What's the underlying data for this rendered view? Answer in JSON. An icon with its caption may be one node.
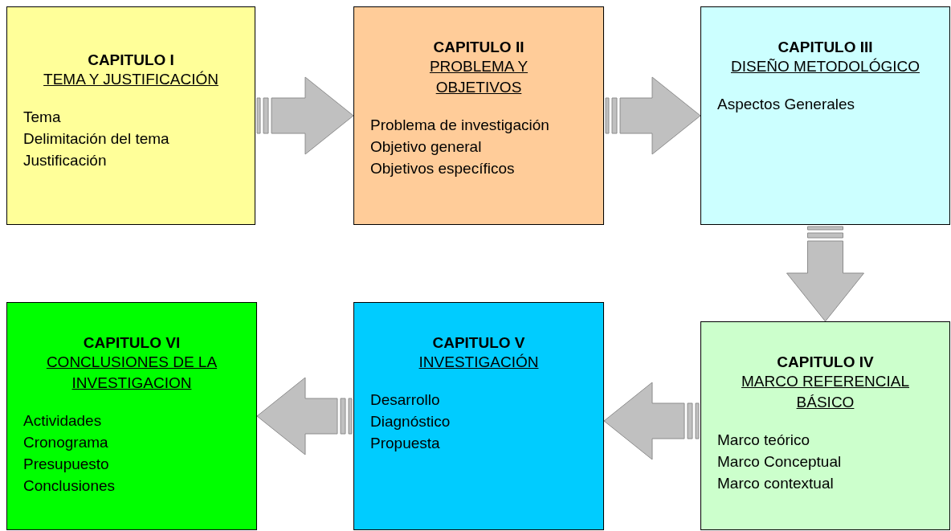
{
  "diagram": {
    "nodes": [
      {
        "text": [
          "CAPITULO I",
          "TEMA Y JUSTIFICACIÓN",
          "Tema",
          "Delimitación del tema",
          "Justificación"
        ]
      },
      {
        "text": [
          "CAPITULO II",
          "PROBLEMA Y OBJETIVOS",
          "Problema de investigación",
          "Objetivo general",
          "Objetivos específicos"
        ]
      },
      {
        "text": [
          "CAPITULO III",
          "DISEÑO METODOLÓGICO",
          "Aspectos Generales"
        ]
      },
      {
        "text": [
          "CAPITULO IV",
          "MARCO REFERENCIAL BÁSICO",
          "Marco teórico",
          "Marco Conceptual",
          "Marco contextual"
        ]
      },
      {
        "text": [
          "CAPITULO V",
          "INVESTIGACIÓN",
          "Desarrollo",
          "Diagnóstico",
          "Propuesta"
        ]
      },
      {
        "text": [
          "CAPITULO VI",
          "CONCLUSIONES DE LA INVESTIGACION",
          "Actividades",
          "Cronograma",
          "Presupuesto",
          "Conclusiones"
        ]
      }
    ],
    "edges": [
      {
        "from": 0,
        "to": 1,
        "arrow": "to"
      },
      {
        "from": 1,
        "to": 2,
        "arrow": "to"
      },
      {
        "from": 2,
        "to": 3,
        "arrow": "to"
      },
      {
        "from": 3,
        "to": 4,
        "arrow": "to"
      },
      {
        "from": 4,
        "to": 5,
        "arrow": "to"
      }
    ]
  }
}
